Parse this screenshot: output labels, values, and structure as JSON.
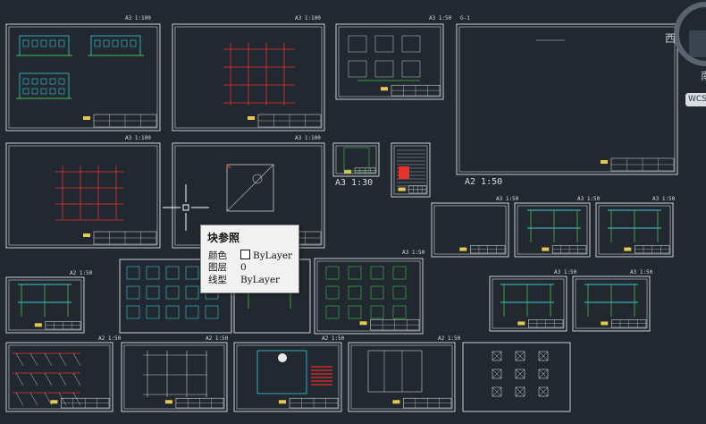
{
  "drawing_sheets": [
    {
      "id": "s1",
      "scale_label": "A3 1:100"
    },
    {
      "id": "s2",
      "scale_label": "A3 1:100"
    },
    {
      "id": "s3",
      "scale_label": "A3 1:50"
    },
    {
      "id": "s4",
      "scale_label": "G-1"
    },
    {
      "id": "s5",
      "scale_label": "A3 1:100"
    },
    {
      "id": "s6",
      "scale_label": "A3 1:100"
    },
    {
      "id": "s7",
      "scale_label": "A3 1:30"
    },
    {
      "id": "s8",
      "scale_label": "A2 1:50"
    },
    {
      "id": "s9",
      "scale_label": "A3 1:50"
    },
    {
      "id": "s10",
      "scale_label": "A3 1:50"
    },
    {
      "id": "s11",
      "scale_label": "A3 1:50"
    },
    {
      "id": "s12",
      "scale_label": "A3 1:50"
    },
    {
      "id": "s13",
      "scale_label": "A2 1:50"
    },
    {
      "id": "s14",
      "scale_label": "A3 1:50"
    },
    {
      "id": "s15",
      "scale_label": "A3 1:50"
    },
    {
      "id": "s16",
      "scale_label": "A2 1:50"
    },
    {
      "id": "s17",
      "scale_label": "A2 1:50"
    },
    {
      "id": "s18",
      "scale_label": "A2 1:50"
    },
    {
      "id": "s19",
      "scale_label": "A2 1:50"
    }
  ],
  "tooltip": {
    "title": "块参照",
    "rows": [
      {
        "key": "颜色",
        "value": "ByLayer"
      },
      {
        "key": "图层",
        "value": "0"
      },
      {
        "key": "线型",
        "value": "ByLayer"
      }
    ]
  },
  "viewcube": {
    "top_label": "西",
    "bottom_label": "南",
    "wcs_label": "WCS"
  },
  "colors": {
    "background": "#212830",
    "sheet_border": "#c9ced3",
    "red": "#e8322a",
    "cyan": "#39c8d6",
    "green": "#3fc24a",
    "yellow": "#e8c84a"
  }
}
